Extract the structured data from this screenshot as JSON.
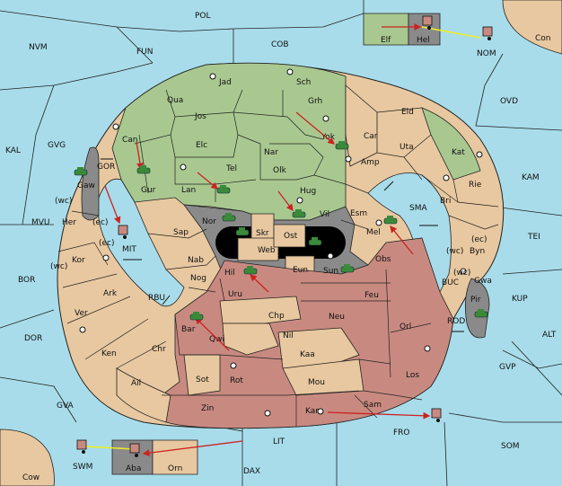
{
  "colors": {
    "sea": "#a8dcea",
    "neutral": "#e8c8a0",
    "green": "#a8c890",
    "red": "#c88a80",
    "gray": "#8a8a8a",
    "black": "#000000",
    "order_arrow": "#cc2222",
    "support_line": "#eeee22"
  },
  "labels": {
    "POL": "POL",
    "FUN": "FUN",
    "COB": "COB",
    "NVM": "NVM",
    "NOM": "NOM",
    "Con": "Con",
    "OVD": "OVD",
    "Elf": "Elf",
    "Hel": "Hel",
    "Jad": "Jad",
    "Sch": "Sch",
    "Qua": "Qua",
    "Jos": "Jos",
    "Grh": "Grh",
    "Eld": "Eld",
    "Can": "Can",
    "Elc": "Elc",
    "Nar": "Nar",
    "Yok": "Yok",
    "Car": "Car",
    "Uta": "Uta",
    "Kat": "Kat",
    "KAL": "KAL",
    "GVG": "GVG",
    "GOR": "GOR",
    "Gaw": "Gaw",
    "Gur": "Gur",
    "Tel": "Tel",
    "Olk": "Olk",
    "Amp": "Amp",
    "KAM": "KAM",
    "Lan": "Lan",
    "Hug": "Hug",
    "Rie": "Rie",
    "Bri": "Bri",
    "Nor": "Nor",
    "Vil": "Vil",
    "Esm": "Esm",
    "SMA": "SMA",
    "MVU": "MVU",
    "Her": "Her",
    "wc1": "(wc)",
    "ec1": "(ec)",
    "Sap": "Sap",
    "Skr": "Skr",
    "Ost": "Ost",
    "Mel": "Mel",
    "TEI": "TEI",
    "wc2": "(wc)",
    "ec2": "(ec)",
    "Byn": "Byn",
    "ec3": "(ec)",
    "MIT": "MIT",
    "Web": "Web",
    "Kor": "Kor",
    "wc3": "(wc)",
    "Nab": "Nab",
    "Eun": "Eun",
    "Obs": "Obs",
    "wc4": "(wc)",
    "Gwa": "Gwa",
    "BOR": "BOR",
    "Sun": "Sun",
    "BUC": "BUC",
    "KUP": "KUP",
    "Nog": "Nog",
    "Hil": "Hil",
    "RBU": "RBU",
    "Uru": "Uru",
    "Feu": "Feu",
    "Pir": "Pir",
    "Ark": "Ark",
    "Ver": "Ver",
    "Chp": "Chp",
    "Neu": "Neu",
    "Orl": "Orl",
    "ROD": "ROD",
    "DOR": "DOR",
    "Bar": "Bar",
    "Qwi": "Qwi",
    "Nil": "Nil",
    "ALT": "ALT",
    "Ken": "Ken",
    "Chr": "Chr",
    "Kaa": "Kaa",
    "GVP": "GVP",
    "Ail": "Ail",
    "Sot": "Sot",
    "Rot": "Rot",
    "Mou": "Mou",
    "Los": "Los",
    "GVA": "GVA",
    "Zin": "Zin",
    "Kar": "Kar",
    "Sam": "Sam",
    "FRO": "FRO",
    "LIT": "LIT",
    "SOM": "SOM",
    "SWM": "SWM",
    "Aba": "Aba",
    "Orn": "Orn",
    "DAX": "DAX",
    "Cow": "Cow"
  }
}
